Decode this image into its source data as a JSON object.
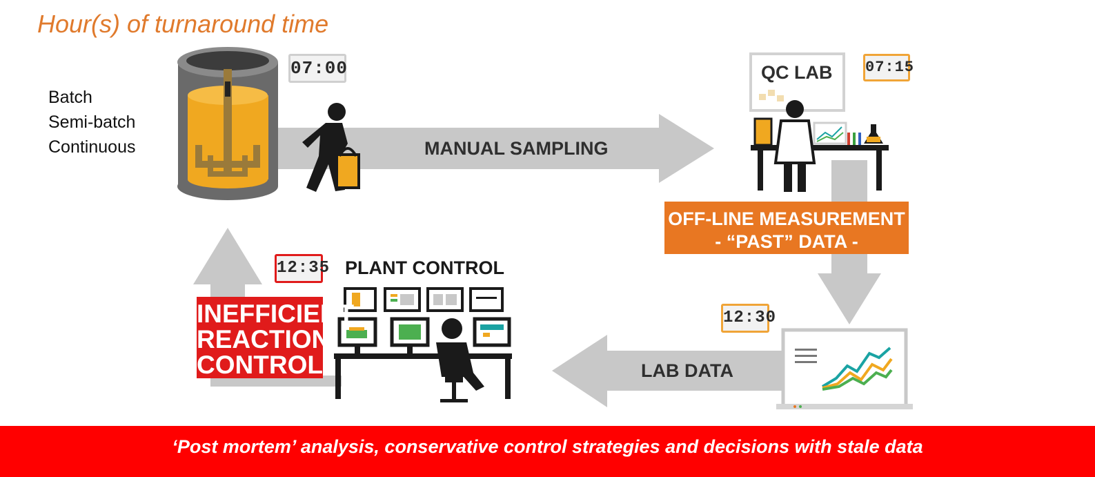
{
  "title": "Hour(s) of turnaround time",
  "process_modes": [
    "Batch",
    "Semi-batch",
    "Continuous"
  ],
  "clocks": {
    "reactor": "07:00",
    "qc_lab": "07:15",
    "lab_data": "12:30",
    "plant_control": "12:35"
  },
  "labels": {
    "manual_sampling": "MANUAL SAMPLING",
    "qc_lab": "QC LAB",
    "offline_line1": "OFF-LINE MEASUREMENT",
    "offline_line2": "- “PAST” DATA -",
    "lab_data": "LAB DATA",
    "plant_control": "PLANT CONTROL",
    "inefficient_line1": "INEFFICIENT",
    "inefficient_line2": "REACTION",
    "inefficient_line3": "CONTROL"
  },
  "footer": "‘Post mortem’ analysis, conservative control strategies and decisions with stale data",
  "colors": {
    "accent_orange": "#e87722",
    "title_orange": "#e07a2c",
    "alert_red": "#e01b1b",
    "footer_red": "#ff0000",
    "arrow_gray": "#c8c8c8",
    "reactor_amber": "#f0a820"
  }
}
